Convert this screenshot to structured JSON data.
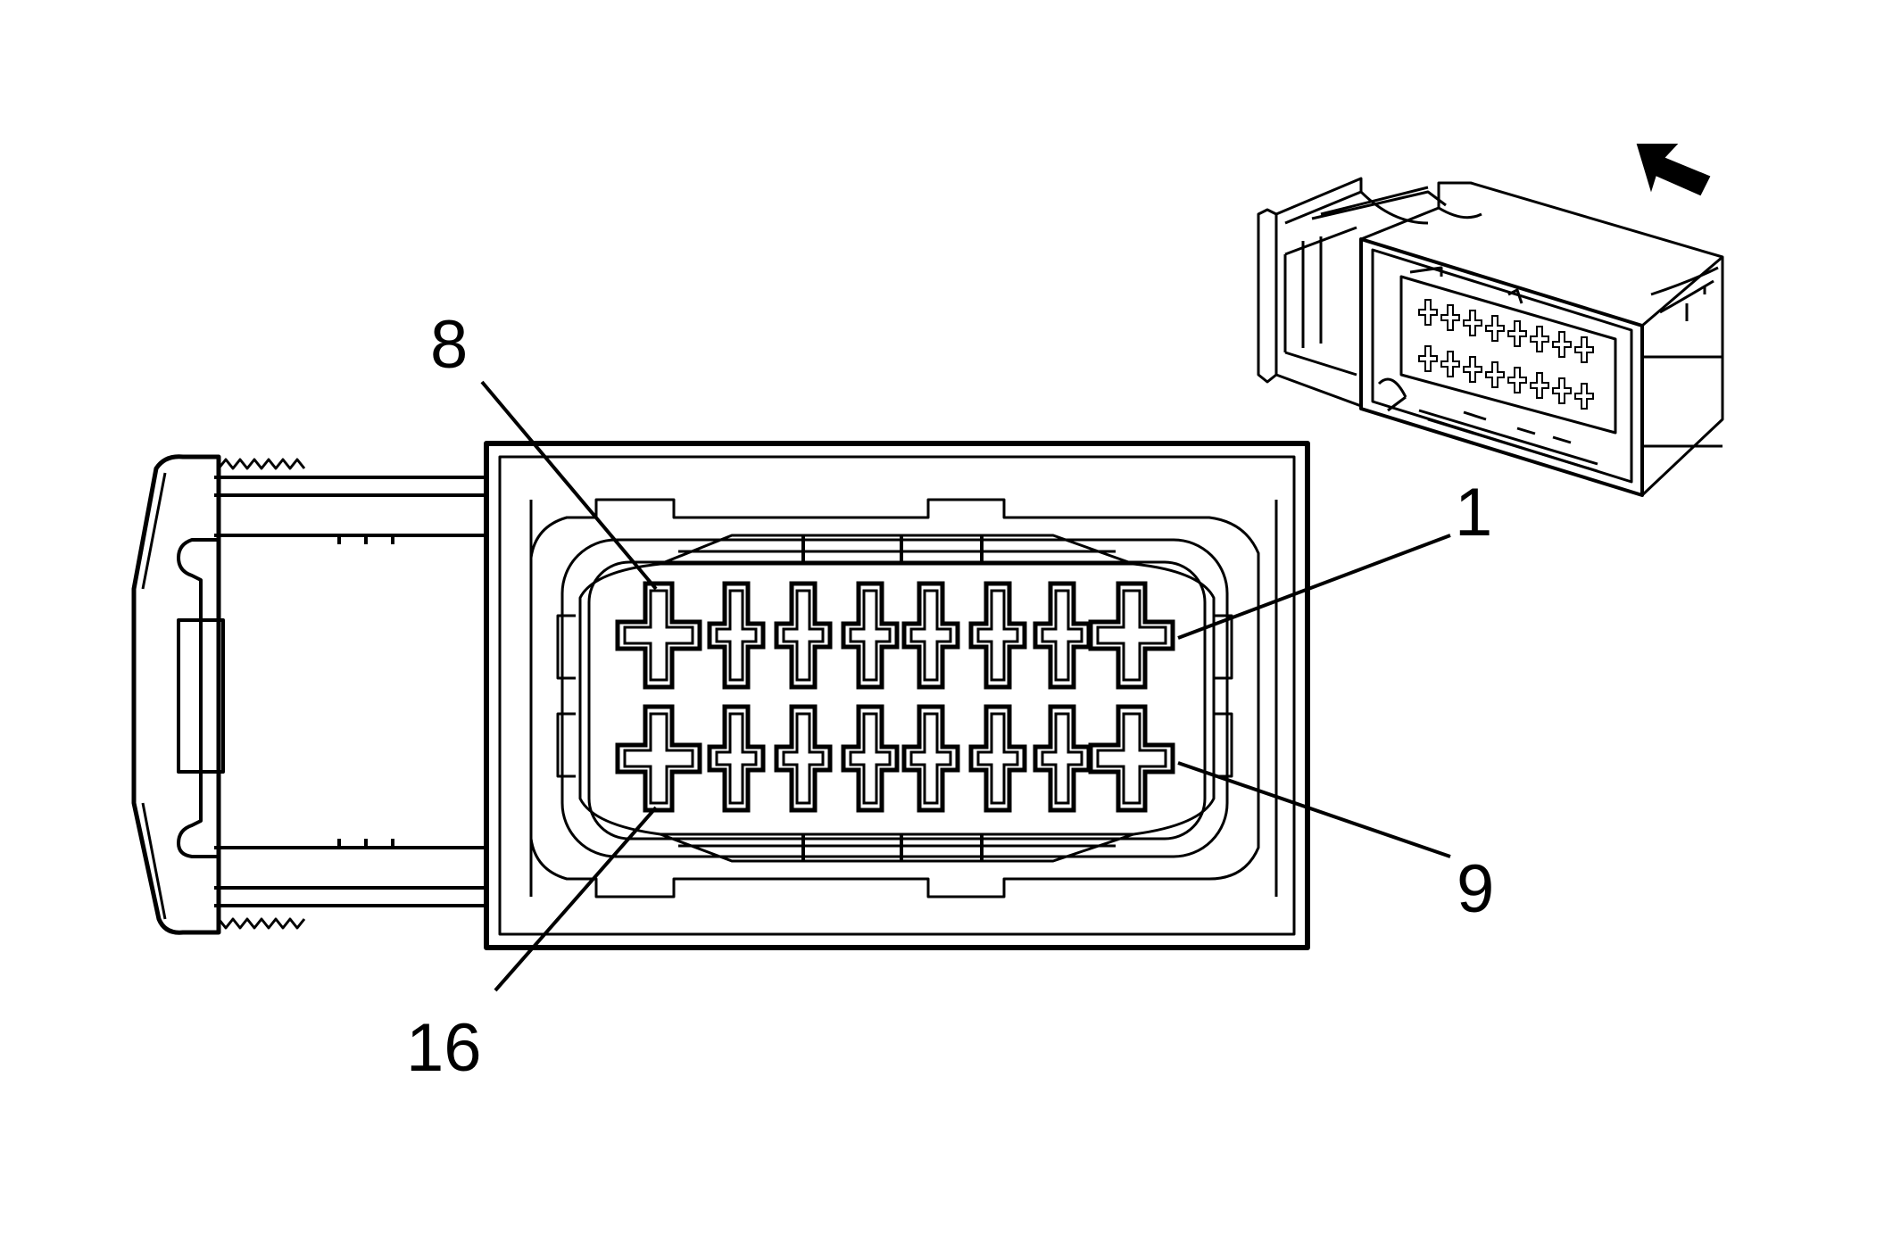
{
  "diagram": {
    "pin_callouts": [
      {
        "id": "pin-1",
        "text": "1"
      },
      {
        "id": "pin-8",
        "text": "8"
      },
      {
        "id": "pin-9",
        "text": "9"
      },
      {
        "id": "pin-16",
        "text": "16"
      }
    ],
    "rows": 2,
    "pins_per_row": 8,
    "colors": {
      "line": "#000000",
      "background": "#ffffff"
    },
    "icons": [
      "view-direction-arrow-icon",
      "connector-inset-icon"
    ]
  }
}
